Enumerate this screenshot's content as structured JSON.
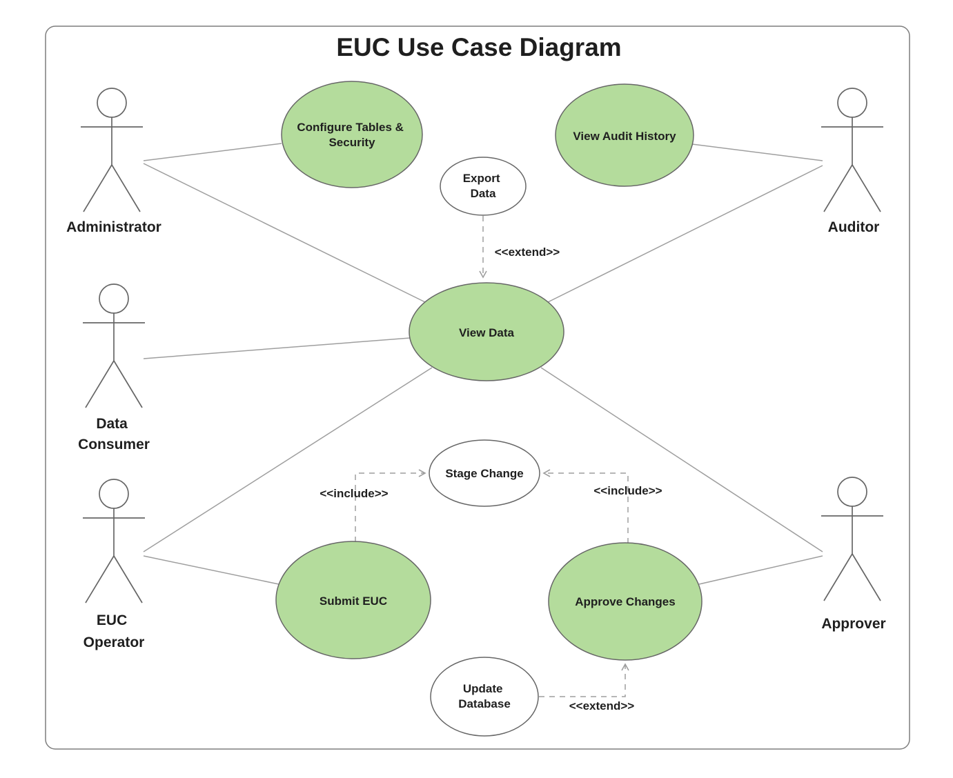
{
  "title": "EUC Use Case Diagram",
  "colors": {
    "usecase_green": "#b4dc9c",
    "usecase_white": "#ffffff",
    "shape_stroke": "#666666",
    "connector": "#9e9e9e",
    "text": "#1f1f1f"
  },
  "actors": [
    {
      "id": "administrator",
      "label_lines": [
        "Administrator"
      ]
    },
    {
      "id": "data-consumer",
      "label_lines": [
        "Data",
        "Consumer"
      ]
    },
    {
      "id": "euc-operator",
      "label_lines": [
        "EUC",
        "Operator"
      ]
    },
    {
      "id": "auditor",
      "label_lines": [
        "Auditor"
      ]
    },
    {
      "id": "approver",
      "label_lines": [
        "Approver"
      ]
    }
  ],
  "usecases": [
    {
      "id": "configure-tables-security",
      "lines": [
        "Configure Tables &",
        "Security"
      ],
      "fill": "green"
    },
    {
      "id": "view-audit-history",
      "lines": [
        "View Audit History"
      ],
      "fill": "green"
    },
    {
      "id": "export-data",
      "lines": [
        "Export",
        "Data"
      ],
      "fill": "white"
    },
    {
      "id": "view-data",
      "lines": [
        "View Data"
      ],
      "fill": "green"
    },
    {
      "id": "stage-change",
      "lines": [
        "Stage Change"
      ],
      "fill": "white"
    },
    {
      "id": "submit-euc",
      "lines": [
        "Submit EUC"
      ],
      "fill": "green"
    },
    {
      "id": "approve-changes",
      "lines": [
        "Approve Changes"
      ],
      "fill": "green"
    },
    {
      "id": "update-database",
      "lines": [
        "Update",
        "Database"
      ],
      "fill": "white"
    }
  ],
  "relationships": {
    "export_extend": {
      "label": "<<extend>>"
    },
    "submit_include": {
      "label": "<<include>>"
    },
    "approve_include": {
      "label": "<<include>>"
    },
    "update_extend": {
      "label": "<<extend>>"
    }
  }
}
